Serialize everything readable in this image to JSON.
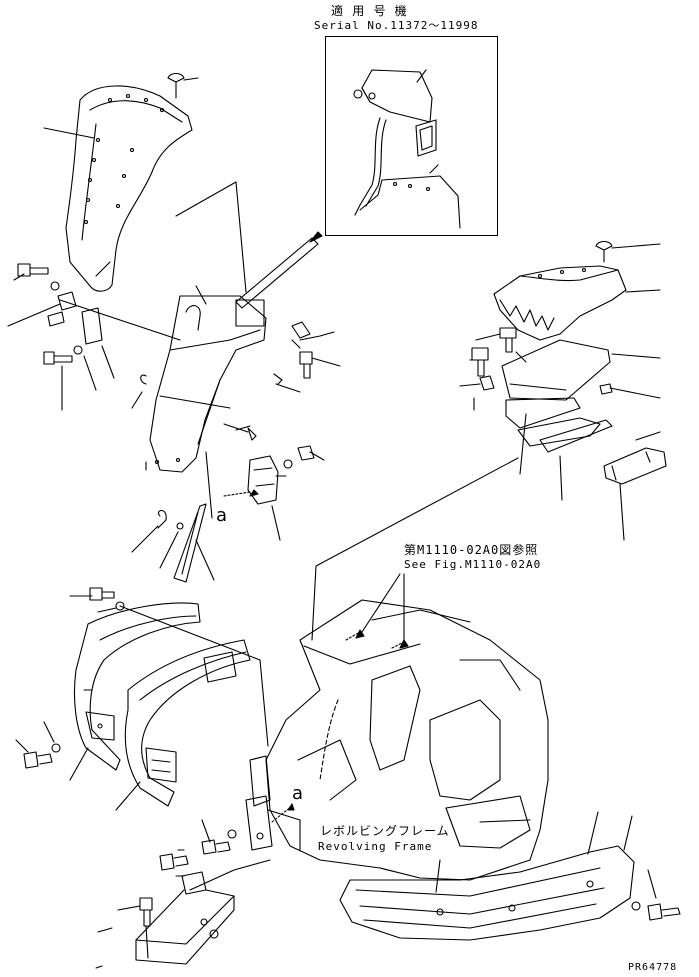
{
  "header": {
    "applicable_jp": "適 用 号 機",
    "serial": "Serial No.11372～11998"
  },
  "reference": {
    "jp": "第M1110-02A0図参照",
    "en": "See Fig.M1110-02A0"
  },
  "frame_label": {
    "jp": "レボルビングフレーム",
    "en": "Revolving Frame"
  },
  "markers": {
    "a_upper": "a",
    "a_lower": "a"
  },
  "figure_code": "PR64778"
}
